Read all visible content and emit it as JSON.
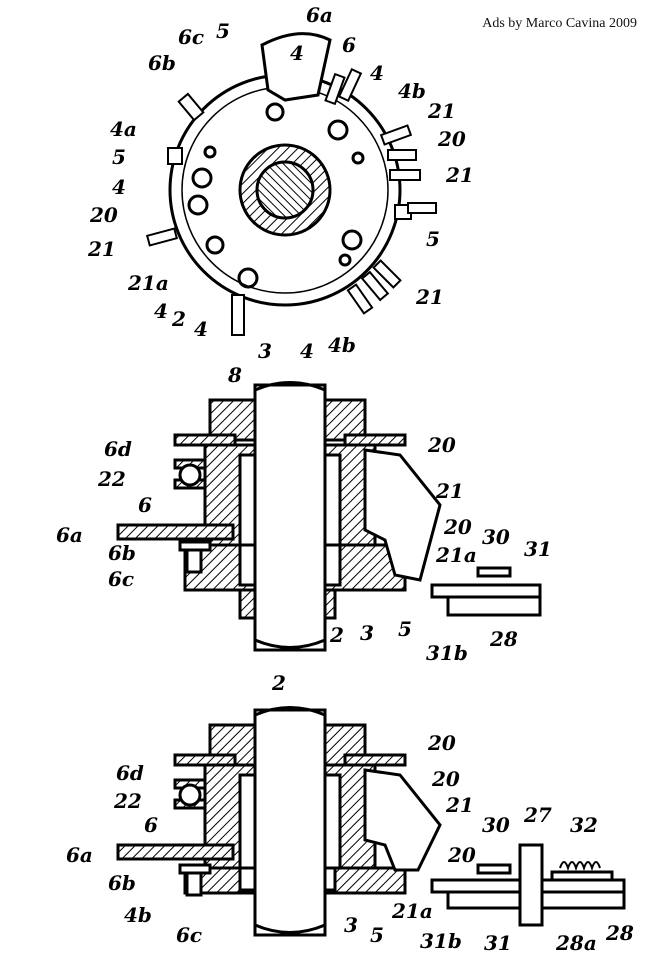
{
  "credit": "Ads by Marco Cavina 2009",
  "labels": {
    "top": [
      "6a",
      "6c",
      "5",
      "4",
      "6",
      "6b",
      "4",
      "4b",
      "21",
      "4a",
      "20",
      "5",
      "4",
      "21",
      "20",
      "5",
      "21",
      "21a",
      "21",
      "4",
      "2",
      "4",
      "3",
      "4",
      "4b"
    ],
    "mid": [
      "8",
      "20",
      "6d",
      "21",
      "22",
      "6",
      "20",
      "6a",
      "21a",
      "30",
      "31",
      "6b",
      "6c",
      "3",
      "5",
      "2",
      "31b",
      "28"
    ],
    "bot": [
      "2",
      "20",
      "20",
      "6d",
      "21",
      "22",
      "6",
      "30",
      "27",
      "32",
      "20",
      "6a",
      "6b",
      "4b",
      "6c",
      "3",
      "5",
      "21a",
      "31b",
      "31",
      "28a",
      "28"
    ]
  },
  "colors": {
    "ink": "#000000",
    "paper": "#ffffff"
  }
}
